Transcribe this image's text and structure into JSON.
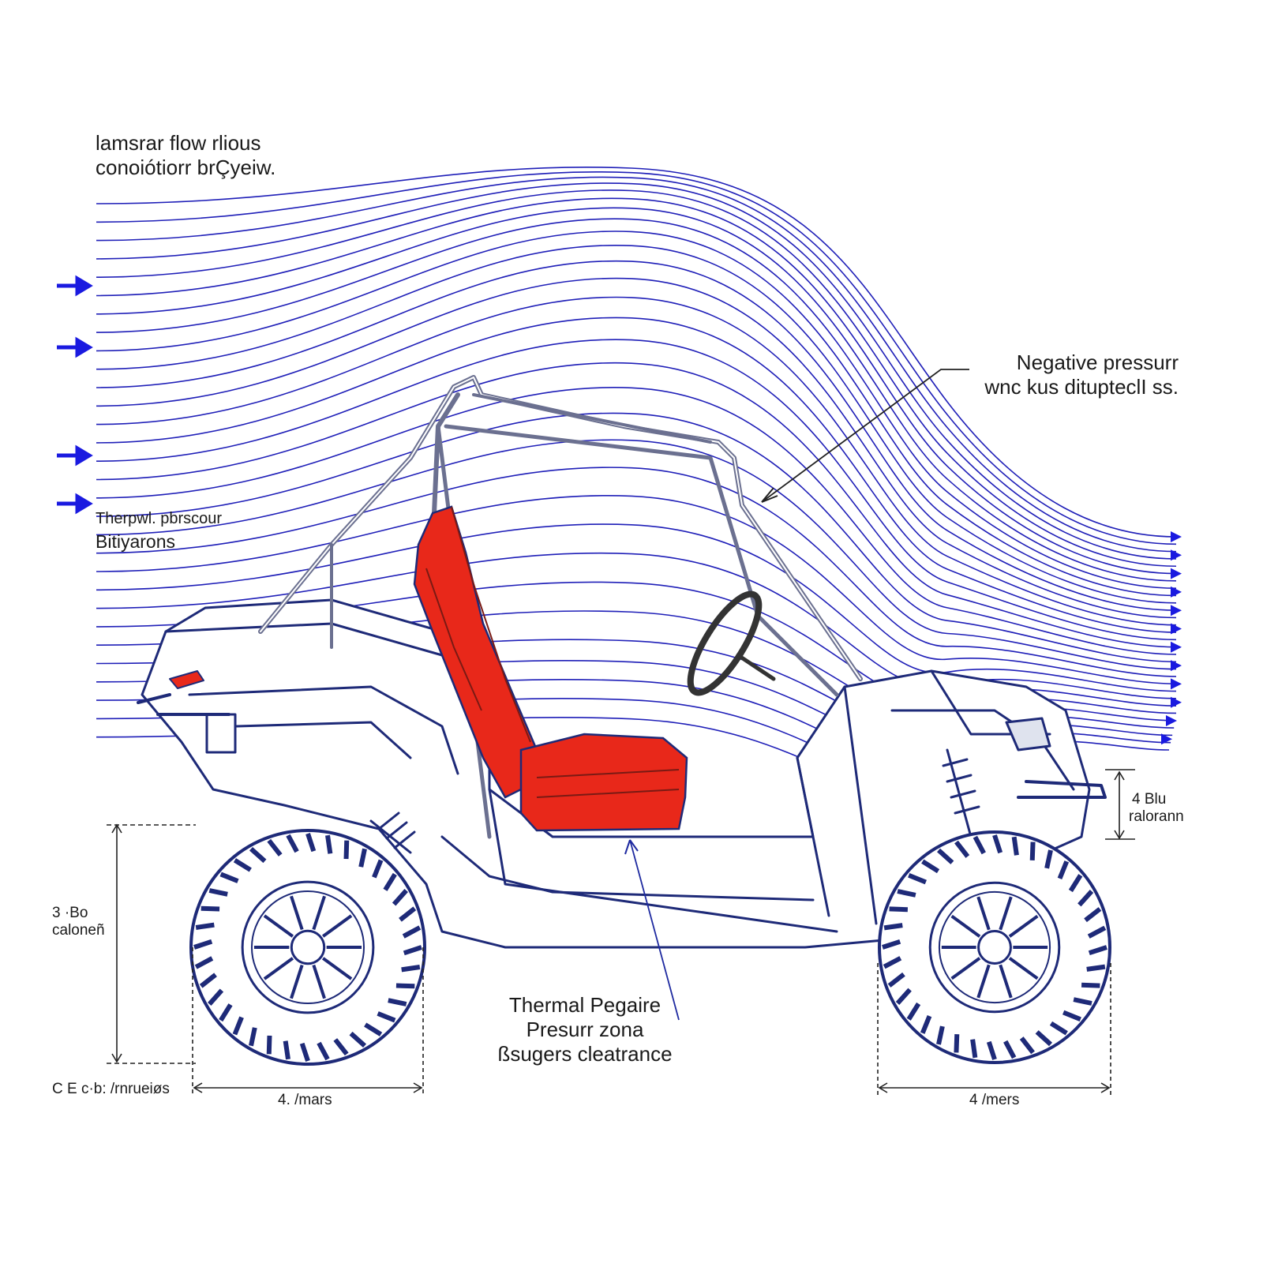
{
  "diagram": {
    "flow_caption": [
      "lamsrar flow rlious",
      "conoiótiorr brÇyeiw."
    ],
    "negative_pressure": [
      "Negative pressurr",
      "wnc kus ditupteclI ss."
    ],
    "thermal_left": [
      "Therpwl. pbrscour",
      "Bitiyarons"
    ],
    "thermal_center": [
      "Thermal Pegaire",
      "Presurr zona",
      "ßsugers cleatrance"
    ],
    "dim_right_height": [
      "4 Blu",
      "ralorann"
    ],
    "dim_left_height": [
      "3 ·Bo",
      "caloneñ"
    ],
    "dim_bottom_left_caption": "C E c·b: /rnrueiøs",
    "dim_front_wheel": "4. /mars",
    "dim_rear_wheel": "4 /mers"
  },
  "colors": {
    "flow_line": "#1f1fb8",
    "flow_arrow": "#1a1ae0",
    "vehicle_line": "#1e2a78",
    "seat": "#e8281a",
    "dimension": "#222222"
  }
}
